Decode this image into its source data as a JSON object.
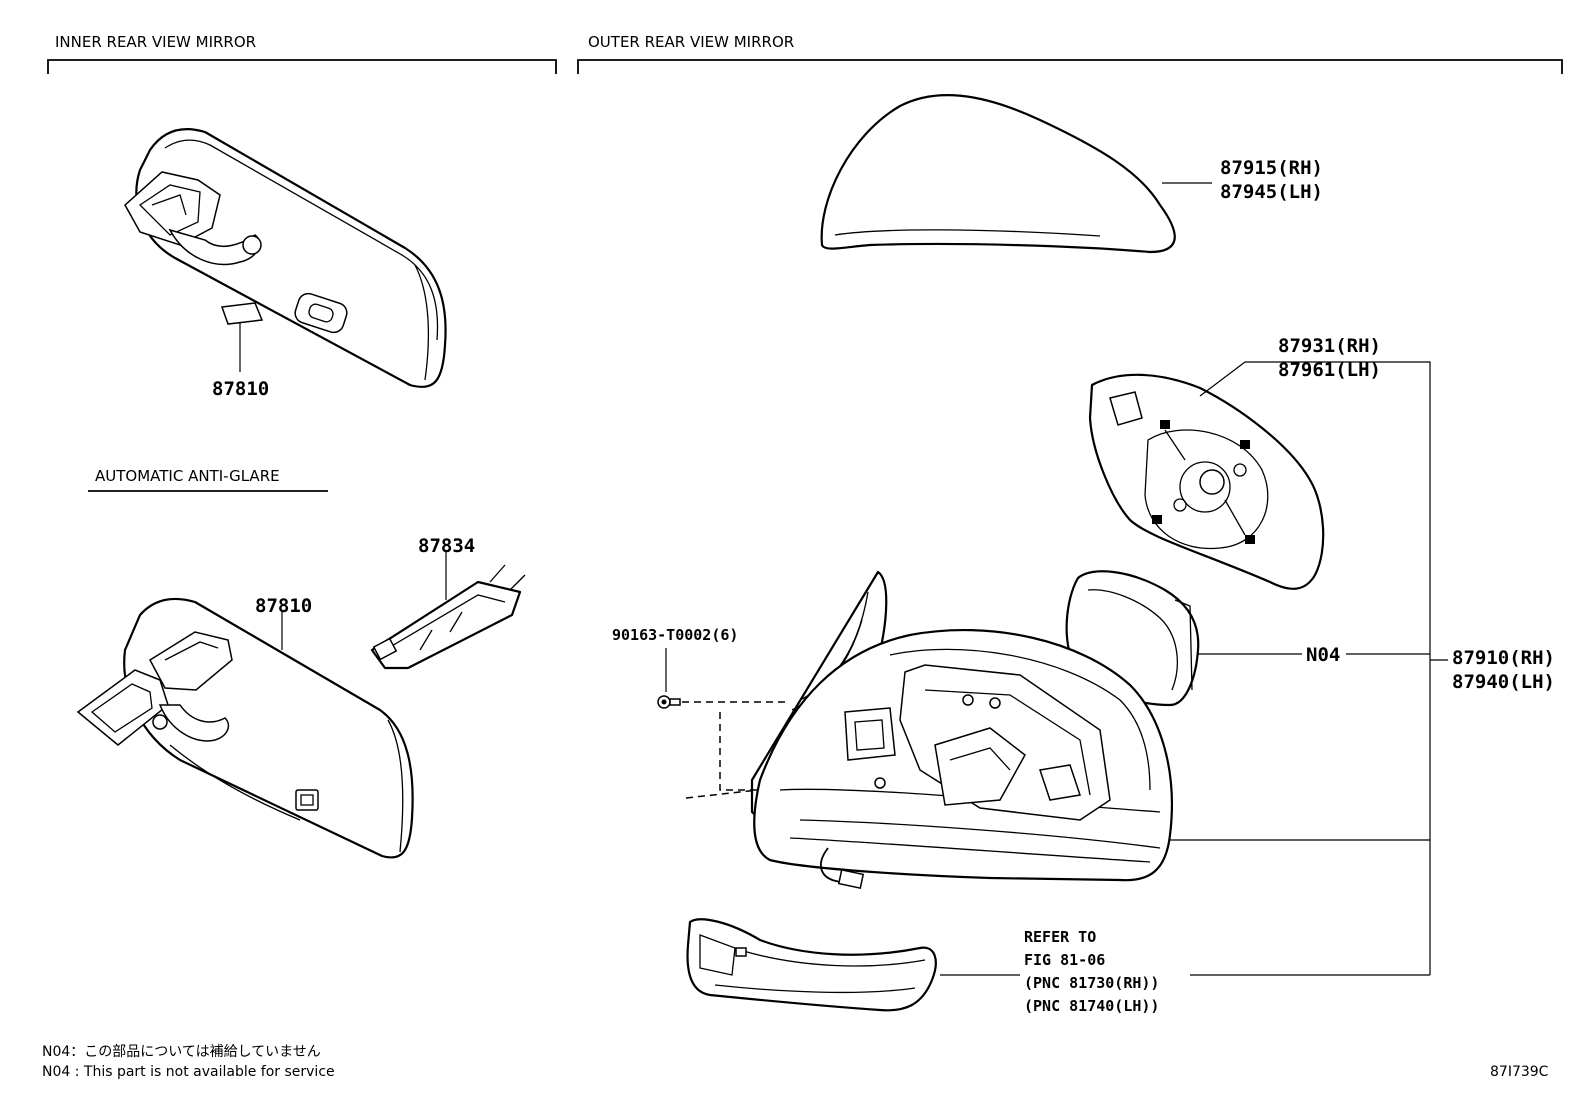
{
  "sections": {
    "inner_title": "INNER REAR VIEW MIRROR",
    "outer_title": "OUTER REAR VIEW MIRROR",
    "anti_glare": "AUTOMATIC ANTI-GLARE"
  },
  "parts": {
    "p87810_top": "87810",
    "p87810_bottom": "87810",
    "p87834": "87834",
    "p87915": "87915(RH)",
    "p87945": "87945(LH)",
    "p87931": "87931(RH)",
    "p87961": "87961(LH)",
    "p90163": "90163-T0002(6)",
    "n04": "N04",
    "p87910": "87910(RH)",
    "p87940": "87940(LH)",
    "refer_1": "REFER TO",
    "refer_2": "FIG 81-06",
    "refer_3": "(PNC 81730(RH))",
    "refer_4": "(PNC 81740(LH))"
  },
  "notes": {
    "jp": "N04：この部品については補給していません",
    "en": "N04 :  This part is not available for service"
  },
  "figure_id": "87I739C"
}
